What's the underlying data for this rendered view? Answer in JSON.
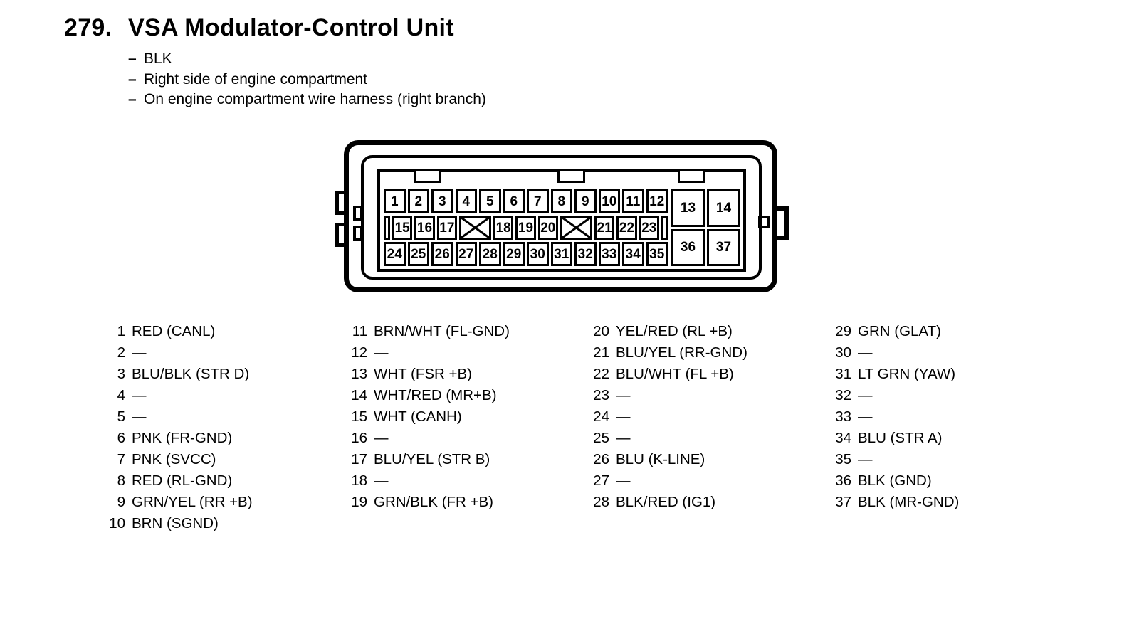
{
  "header": {
    "number": "279.",
    "title": "VSA Modulator-Control Unit",
    "note_dash": "–",
    "notes": [
      "BLK",
      "Right side of engine compartment",
      "On engine compartment wire harness (right branch)"
    ]
  },
  "connector": {
    "row1": [
      "1",
      "2",
      "3",
      "4",
      "5",
      "6",
      "7",
      "8",
      "9",
      "10",
      "11",
      "12"
    ],
    "row2": [
      "",
      "15",
      "16",
      "17",
      "X",
      "18",
      "19",
      "20",
      "X",
      "21",
      "22",
      "23",
      ""
    ],
    "row3": [
      "24",
      "25",
      "26",
      "27",
      "28",
      "29",
      "30",
      "31",
      "32",
      "33",
      "34",
      "35"
    ],
    "right_top": [
      "13",
      "14"
    ],
    "right_bottom": [
      "36",
      "37"
    ]
  },
  "pin_columns": [
    [
      {
        "pin": "1",
        "label": "RED (CANL)"
      },
      {
        "pin": "2",
        "label": "—"
      },
      {
        "pin": "3",
        "label": "BLU/BLK (STR D)"
      },
      {
        "pin": "4",
        "label": "—"
      },
      {
        "pin": "5",
        "label": "—"
      },
      {
        "pin": "6",
        "label": "PNK (FR-GND)"
      },
      {
        "pin": "7",
        "label": "PNK (SVCC)"
      },
      {
        "pin": "8",
        "label": "RED (RL-GND)"
      },
      {
        "pin": "9",
        "label": "GRN/YEL (RR +B)"
      },
      {
        "pin": "10",
        "label": "BRN (SGND)"
      }
    ],
    [
      {
        "pin": "11",
        "label": "BRN/WHT (FL-GND)"
      },
      {
        "pin": "12",
        "label": "—"
      },
      {
        "pin": "13",
        "label": "WHT (FSR +B)"
      },
      {
        "pin": "14",
        "label": "WHT/RED (MR+B)"
      },
      {
        "pin": "15",
        "label": "WHT (CANH)"
      },
      {
        "pin": "16",
        "label": "—"
      },
      {
        "pin": "17",
        "label": "BLU/YEL (STR B)"
      },
      {
        "pin": "18",
        "label": "—"
      },
      {
        "pin": "19",
        "label": "GRN/BLK (FR +B)"
      }
    ],
    [
      {
        "pin": "20",
        "label": "YEL/RED (RL +B)"
      },
      {
        "pin": "21",
        "label": "BLU/YEL (RR-GND)"
      },
      {
        "pin": "22",
        "label": "BLU/WHT (FL +B)"
      },
      {
        "pin": "23",
        "label": "—"
      },
      {
        "pin": "24",
        "label": "—"
      },
      {
        "pin": "25",
        "label": "—"
      },
      {
        "pin": "26",
        "label": "BLU (K-LINE)"
      },
      {
        "pin": "27",
        "label": "—"
      },
      {
        "pin": "28",
        "label": "BLK/RED (IG1)"
      }
    ],
    [
      {
        "pin": "29",
        "label": "GRN (GLAT)"
      },
      {
        "pin": "30",
        "label": "—"
      },
      {
        "pin": "31",
        "label": "LT GRN (YAW)"
      },
      {
        "pin": "32",
        "label": "—"
      },
      {
        "pin": "33",
        "label": "—"
      },
      {
        "pin": "34",
        "label": "BLU (STR A)"
      },
      {
        "pin": "35",
        "label": "—"
      },
      {
        "pin": "36",
        "label": "BLK (GND)"
      },
      {
        "pin": "37",
        "label": "BLK (MR-GND)"
      }
    ]
  ],
  "colors": {
    "ink": "#000000",
    "paper": "#ffffff"
  }
}
